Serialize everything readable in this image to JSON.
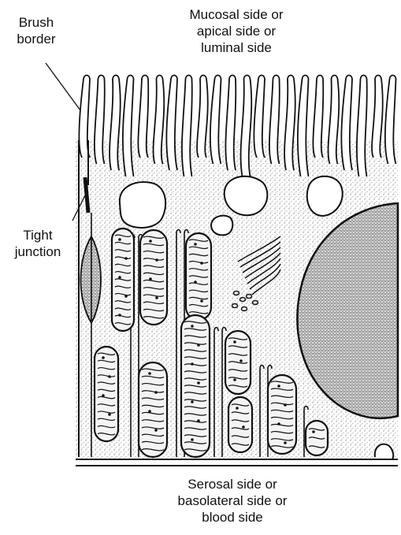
{
  "labels": {
    "brush_border": [
      "Brush",
      "border"
    ],
    "tight_junction": [
      "Tight",
      "junction"
    ],
    "apical": [
      "Mucosal side or",
      "apical side or",
      "luminal side"
    ],
    "basolateral": [
      "Serosal side or",
      "basolateral side or",
      "blood side"
    ]
  },
  "colors": {
    "ink": "#111111",
    "stipple": "#9a9a9a",
    "background": "#ffffff"
  }
}
